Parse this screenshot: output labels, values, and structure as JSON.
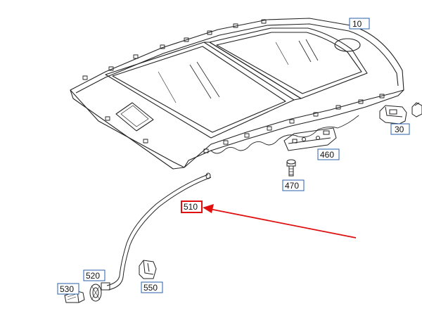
{
  "labels": {
    "p10": "10",
    "p30": "30",
    "p460": "460",
    "p470": "470",
    "p510": "510",
    "p520": "520",
    "p530": "530",
    "p550": "550"
  },
  "colors": {
    "line": "#222222",
    "label_border": "#2a5fa8",
    "highlight": "#e01010"
  },
  "highlighted_part": "510"
}
